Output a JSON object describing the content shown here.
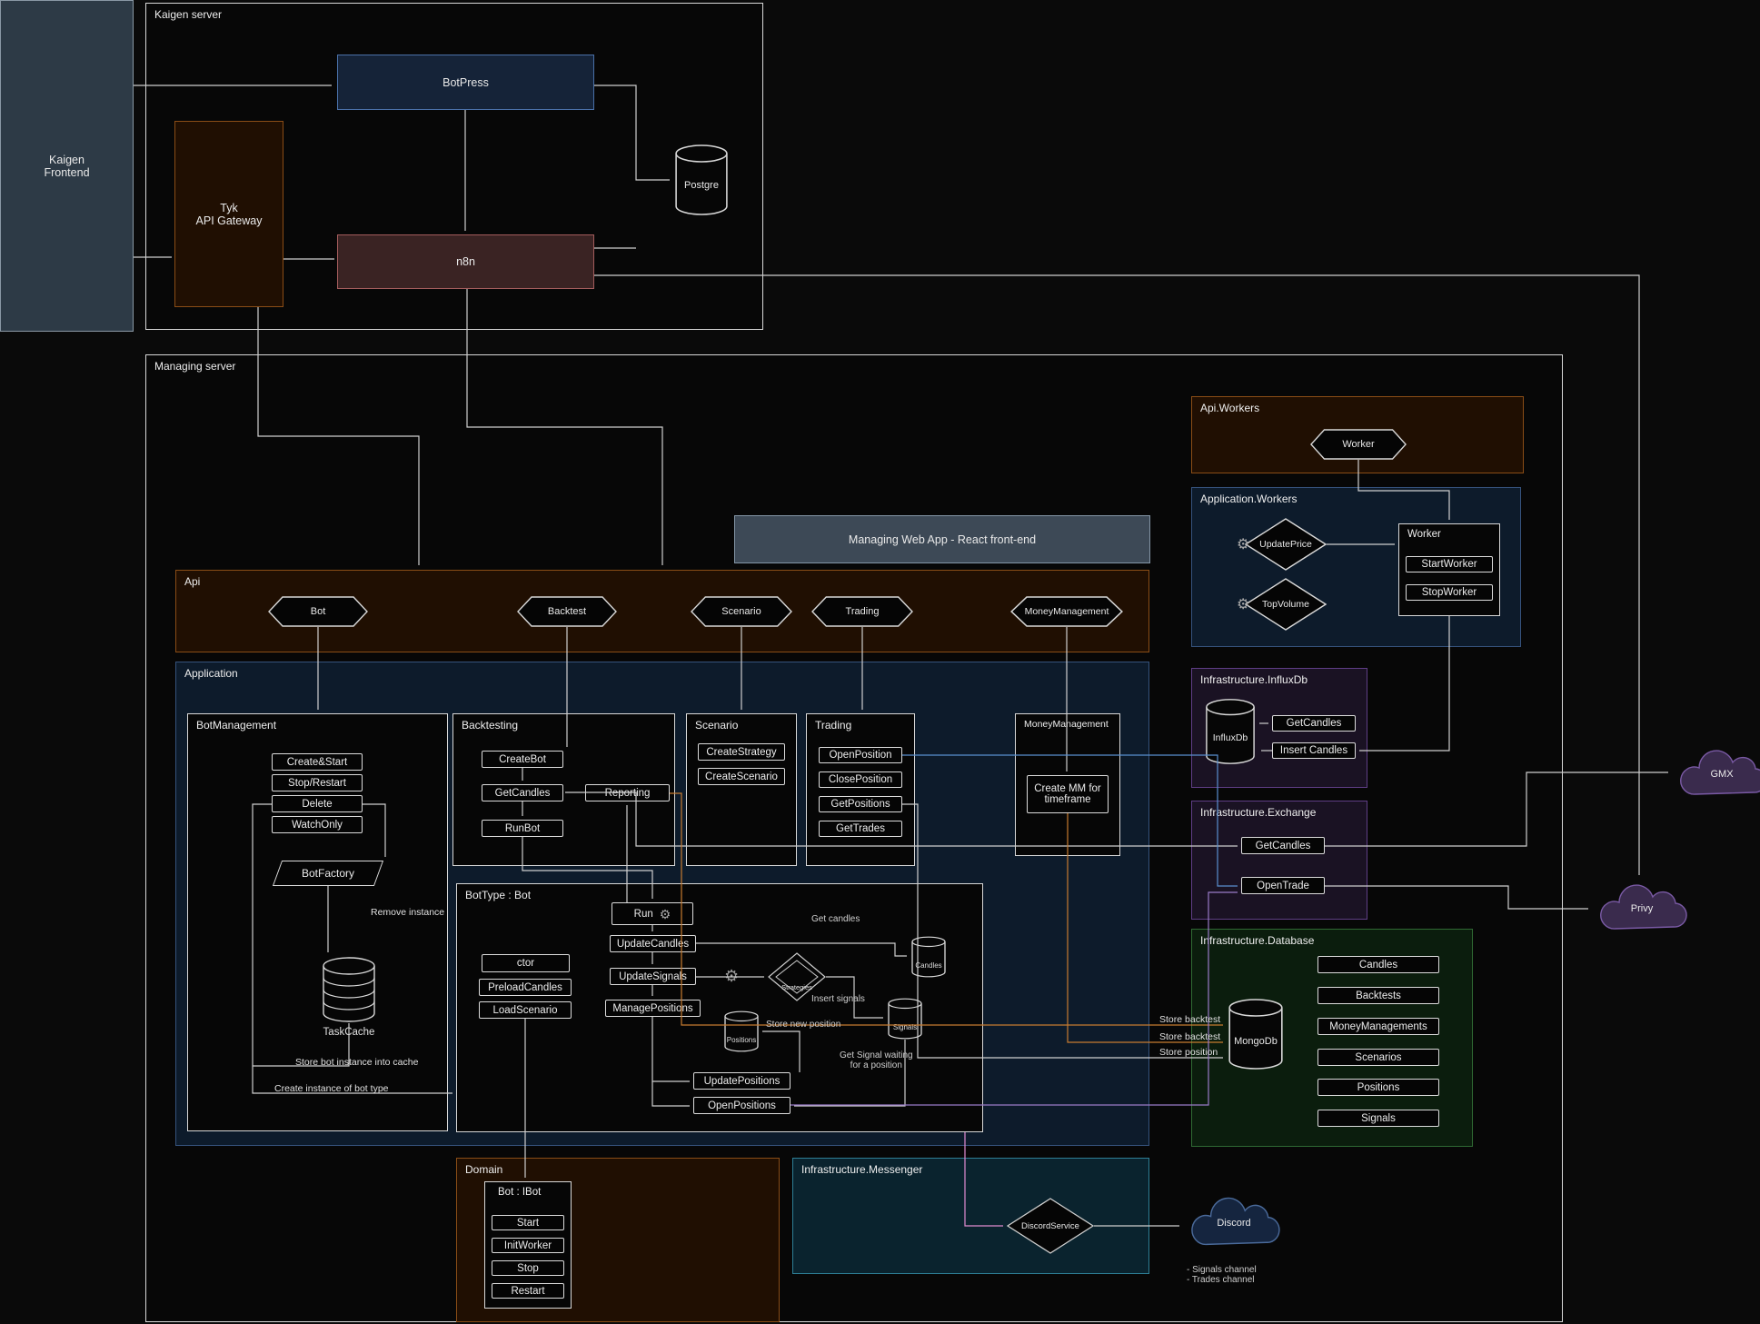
{
  "external": {
    "kaigen_frontend": "Kaigen\nFrontend",
    "gmx": "GMX",
    "privy": "Privy",
    "discord": "Discord",
    "discord_channels": "- Signals channel\n- Trades channel"
  },
  "kaigen_server": {
    "title": "Kaigen server",
    "botpress": "BotPress",
    "tyk": "Tyk\nAPI Gateway",
    "n8n": "n8n",
    "postgre": "Postgre"
  },
  "managing_server": {
    "title": "Managing server",
    "web_app": "Managing Web App - React front-end"
  },
  "api_workers": {
    "title": "Api.Workers",
    "worker": "Worker"
  },
  "application_workers": {
    "title": "Application.Workers",
    "update_price": "UpdatePrice",
    "top_volume": "TopVolume",
    "worker_title": "Worker",
    "start_worker": "StartWorker",
    "stop_worker": "StopWorker"
  },
  "api": {
    "title": "Api",
    "endpoints": [
      "Bot",
      "Backtest",
      "Scenario",
      "Trading",
      "MoneyManagement"
    ]
  },
  "application": {
    "title": "Application",
    "bot_management": {
      "title": "BotManagement",
      "buttons": [
        "Create&Start",
        "Stop/Restart",
        "Delete",
        "WatchOnly"
      ],
      "bot_factory": "BotFactory",
      "task_cache": "TaskCache",
      "remove_instance": "Remove instance",
      "store_instance": "Store bot instance into cache",
      "create_instance": "Create instance of bot type"
    },
    "backtesting": {
      "title": "Backtesting",
      "create_bot": "CreateBot",
      "get_candles": "GetCandles",
      "run_bot": "RunBot",
      "reporting": "Reporting"
    },
    "scenario": {
      "title": "Scenario",
      "create_strategy": "CreateStrategy",
      "create_scenario": "CreateScenario"
    },
    "trading": {
      "title": "Trading",
      "buttons": [
        "OpenPosition",
        "ClosePosition",
        "GetPositions",
        "GetTrades"
      ]
    },
    "money_management": {
      "title": "MoneyManagement",
      "create_mm": "Create MM for\ntimeframe"
    },
    "bot_type": {
      "title": "BotType : Bot",
      "run": "Run",
      "update_candles": "UpdateCandles",
      "update_signals": "UpdateSignals",
      "manage_positions": "ManagePositions",
      "ctor": "ctor",
      "preload_candles": "PreloadCandles",
      "load_scenario": "LoadScenario",
      "update_positions": "UpdatePositions",
      "open_positions": "OpenPositions",
      "strategies": "Strategies",
      "candles": "Candles",
      "signals": "Signals",
      "positions": "Positions",
      "get_candles_note": "Get candles",
      "insert_signals_note": "Insert signals",
      "store_position_note": "Store new position",
      "get_signal_note": "Get Signal waiting\nfor a position"
    }
  },
  "infra_influx": {
    "title": "Infrastructure.InfluxDb",
    "db": "InfluxDb",
    "get_candles": "GetCandles",
    "insert_candles": "Insert Candles"
  },
  "infra_exchange": {
    "title": "Infrastructure.Exchange",
    "get_candles": "GetCandles",
    "open_trade": "OpenTrade"
  },
  "infra_database": {
    "title": "Infrastructure.Database",
    "db": "MongoDb",
    "collections": [
      "Candles",
      "Backtests",
      "MoneyManagements",
      "Scenarios",
      "Positions",
      "Signals"
    ]
  },
  "domain": {
    "title": "Domain",
    "bot_ibot": "Bot : IBot",
    "methods": [
      "Start",
      "InitWorker",
      "Stop",
      "Restart"
    ]
  },
  "infra_messenger": {
    "title": "Infrastructure.Messenger",
    "discord_service": "DiscordService"
  },
  "edges": {
    "store_backtest_a": "Store backtest",
    "store_backtest_b": "Store backtest",
    "store_position": "Store position"
  },
  "colors": {
    "accent_orange": "#c77b30",
    "accent_blue": "#5a8fd0",
    "accent_purple": "#9a7bc8",
    "accent_pink": "#e08ad0"
  }
}
